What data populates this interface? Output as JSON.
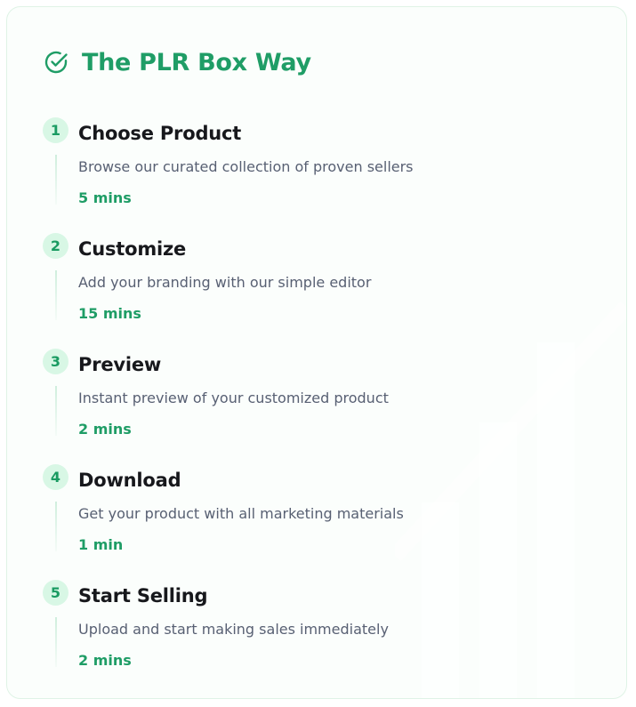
{
  "header": {
    "title": "The PLR Box Way",
    "icon": "check-circle-icon"
  },
  "colors": {
    "accent": "#1f9d66",
    "badge_bg": "#d8f7e5",
    "title_text": "#17181c",
    "desc_text": "#586073"
  },
  "steps": [
    {
      "number": "1",
      "title": "Choose Product",
      "description": "Browse our curated collection of proven sellers",
      "time": "5 mins"
    },
    {
      "number": "2",
      "title": "Customize",
      "description": "Add your branding with our simple editor",
      "time": "15 mins"
    },
    {
      "number": "3",
      "title": "Preview",
      "description": "Instant preview of your customized product",
      "time": "2 mins"
    },
    {
      "number": "4",
      "title": "Download",
      "description": "Get your product with all marketing materials",
      "time": "1 min"
    },
    {
      "number": "5",
      "title": "Start Selling",
      "description": "Upload and start making sales immediately",
      "time": "2 mins"
    }
  ]
}
